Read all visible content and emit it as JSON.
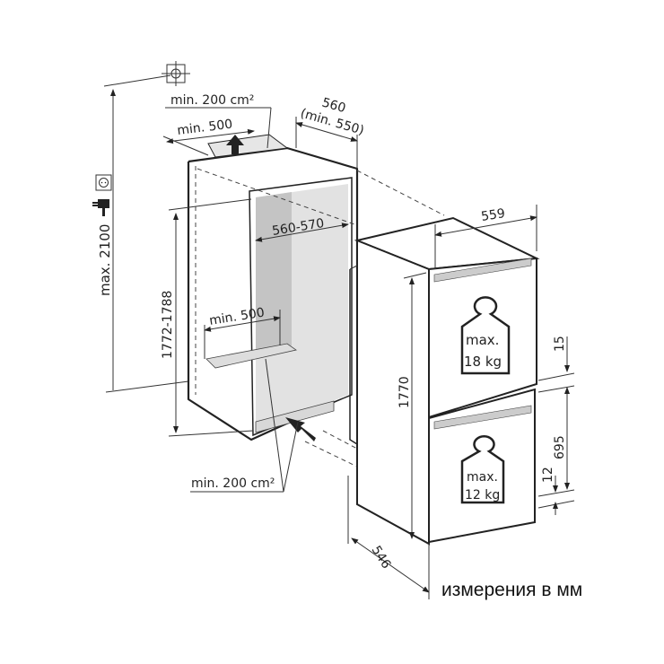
{
  "labels": {
    "top_vent_area": "min. 200 cm²",
    "top_vent_width": "min. 500",
    "niche_depth": "560",
    "niche_depth_min": "(min. 550)",
    "max_height": "max. 2100",
    "niche_height": "1772-1788",
    "niche_width": "560-570",
    "bottom_vent_width": "min. 500",
    "bottom_vent_area": "min. 200 cm²",
    "appliance_width": "559",
    "appliance_height": "1770",
    "appliance_depth": "546",
    "gap_top": "15",
    "door_lower": "695",
    "gap_bottom": "12",
    "upper_weight_line1": "max.",
    "upper_weight_line2": "18 kg",
    "lower_weight_line1": "max.",
    "lower_weight_line2": "12 kg"
  },
  "caption": "измерения в мм",
  "icons": [
    "ceiling-outlet-icon",
    "socket-icon",
    "plug-icon",
    "arrow-up-icon",
    "arrow-in-icon"
  ]
}
